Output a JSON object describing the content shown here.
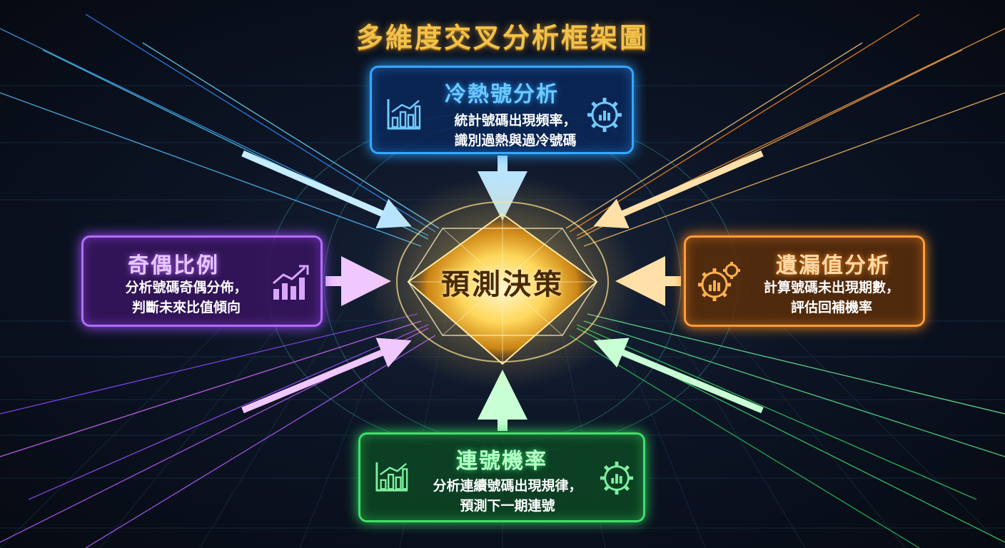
{
  "title": "多維度交叉分析框架圖",
  "center": {
    "label": "預測決策"
  },
  "nodes": {
    "top": {
      "heading": "冷熱號分析",
      "desc_line1": "統計號碼出現頻率，",
      "desc_line2": "識別過熱與過冷號碼",
      "color": "#35a8ff"
    },
    "left": {
      "heading": "奇偶比例",
      "desc_line1": "分析號碼奇偶分佈，",
      "desc_line2": "判斷未來比值傾向",
      "color": "#b86bff"
    },
    "right": {
      "heading": "遺漏值分析",
      "desc_line1": "計算號碼未出現期數，",
      "desc_line2": "評估回補機率",
      "color": "#ff9d3a"
    },
    "bottom": {
      "heading": "連號機率",
      "desc_line1": "分析連續號碼出現規律，",
      "desc_line2": "預測下一期連號",
      "color": "#3ee06a"
    }
  },
  "icons": {
    "top_left": "bar-chart-icon",
    "top_right": "gear-chart-icon",
    "left": "bar-chart-trend-icon",
    "right": "gears-icon",
    "bottom_left": "bar-chart-icon",
    "bottom_right": "gear-chart-icon"
  },
  "accent_gold": "#f2c24a"
}
